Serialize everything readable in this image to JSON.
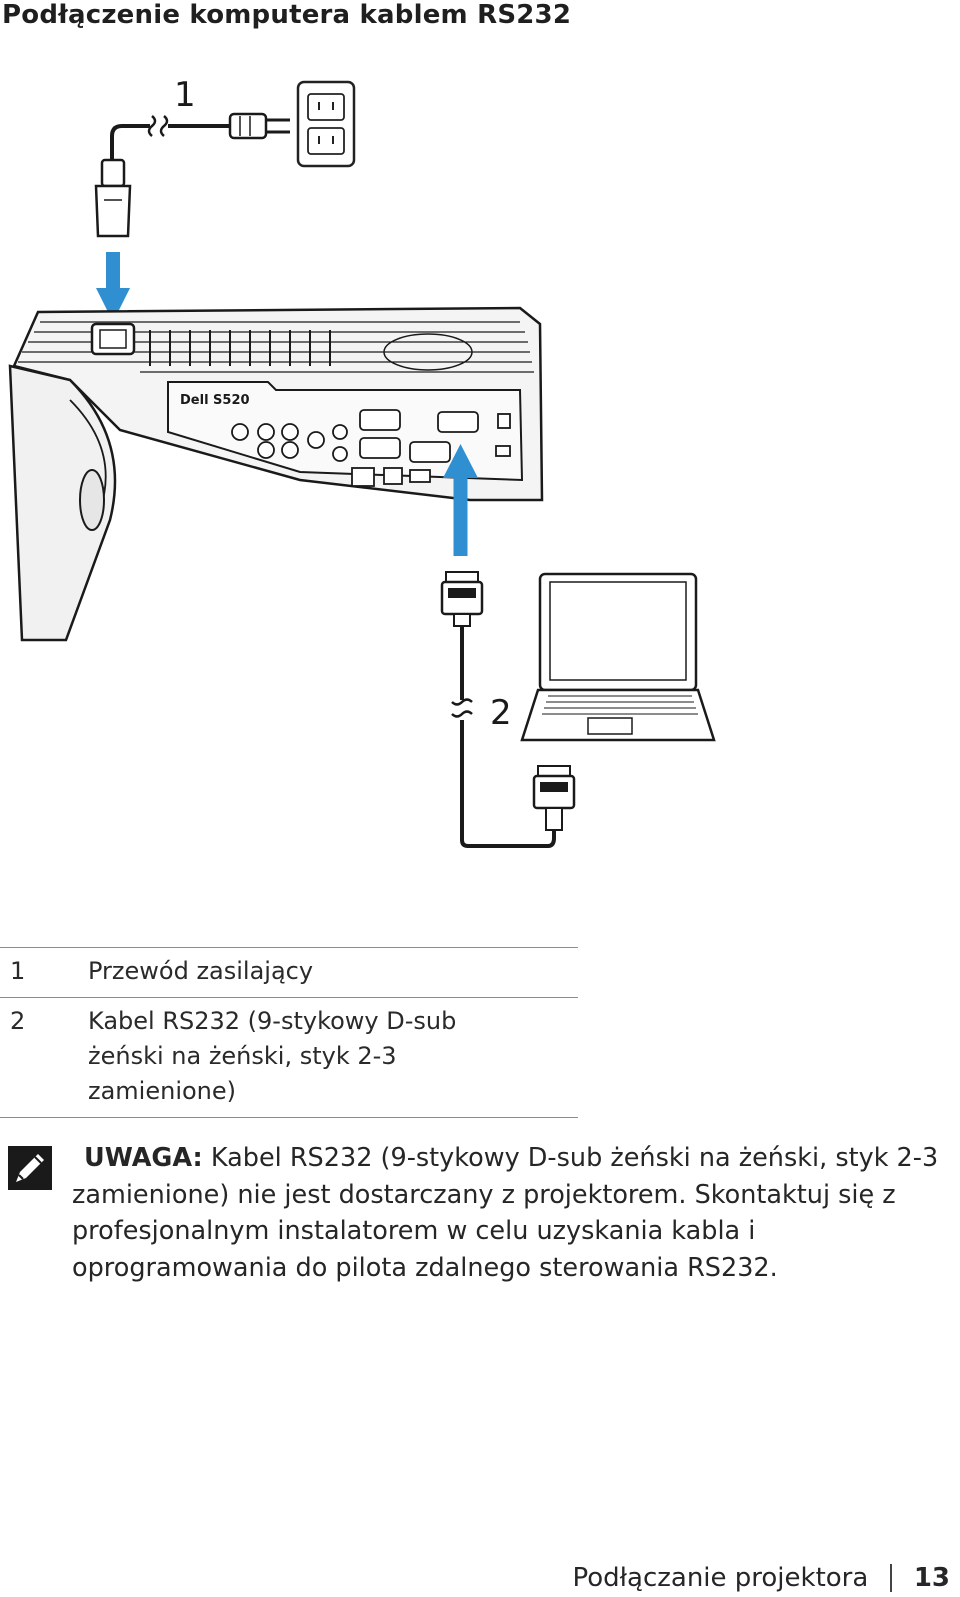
{
  "title": "Podłączenie komputera kablem RS232",
  "figure": {
    "callouts": [
      "1",
      "2"
    ],
    "projector_label": "Dell S520",
    "icons": [
      "power-outlet-icon",
      "power-plug-icon",
      "projector-icon",
      "laptop-icon",
      "rs232-connector-icon",
      "arrow-up-icon",
      "arrow-down-icon"
    ],
    "colors": {
      "arrow": "#2f8fd0",
      "line": "#1a1a1a"
    }
  },
  "legend": [
    {
      "number": "1",
      "text": "Przewód zasilający"
    },
    {
      "number": "2",
      "text": "Kabel RS232 (9-stykowy D-sub żeński na żeński, styk 2-3 zamienione)"
    }
  ],
  "note": {
    "label": "UWAGA:",
    "text": "Kabel RS232 (9-stykowy D-sub żeński na żeński, styk 2-3 zamienione) nie jest dostarczany z projektorem. Skontaktuj się z profesjonalnym instalatorem w celu uzyskania kabla i oprogramowania do pilota zdalnego sterowania RS232.",
    "icon": "note-pencil-icon"
  },
  "footer": {
    "section": "Podłączanie projektora",
    "page": "13"
  }
}
